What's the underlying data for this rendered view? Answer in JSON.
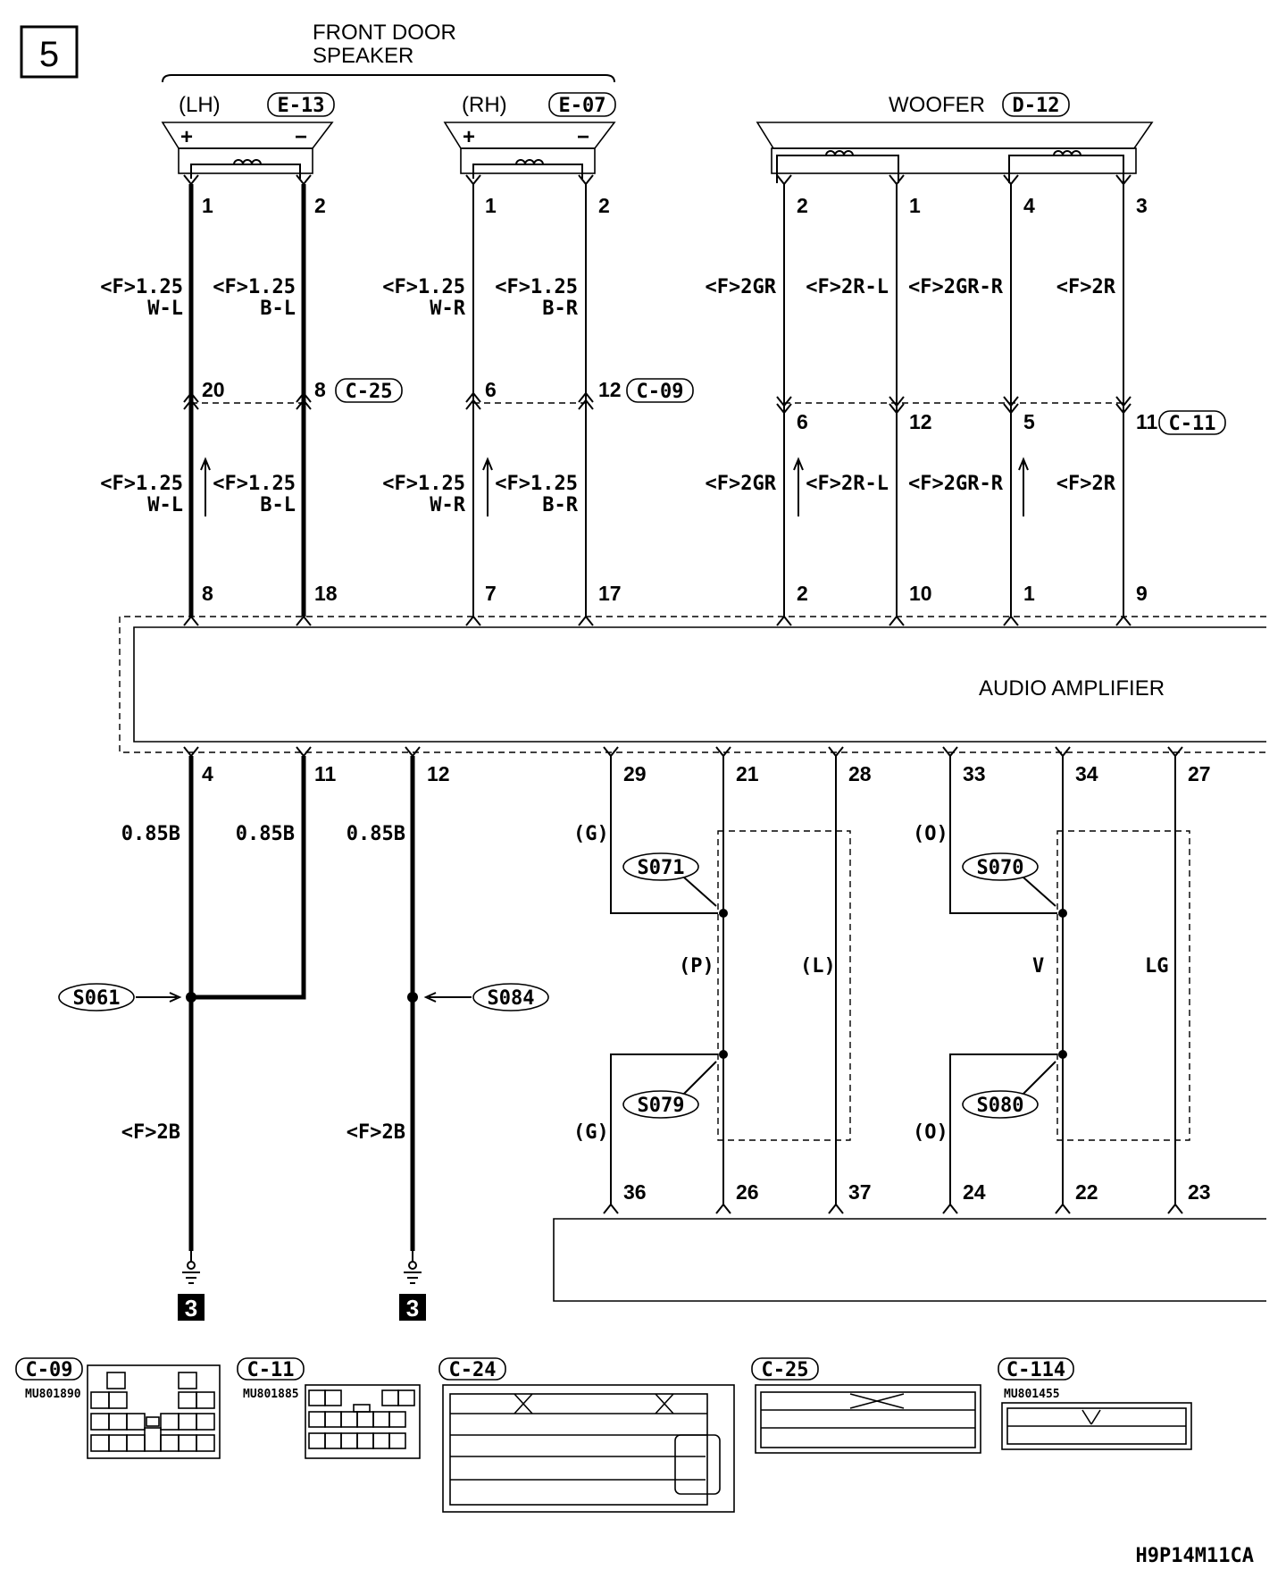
{
  "page_number": "5",
  "title_line1": "FRONT DOOR",
  "title_line2": "SPEAKER",
  "speakers": [
    {
      "side": "(LH)",
      "code": "E-13",
      "plus": "+",
      "minus": "−",
      "pin_a": "1",
      "pin_b": "2"
    },
    {
      "side": "(RH)",
      "code": "E-07",
      "plus": "+",
      "minus": "−",
      "pin_a": "1",
      "pin_b": "2"
    }
  ],
  "woofer": {
    "label": "WOOFER",
    "code": "D-12",
    "pins": [
      "2",
      "1",
      "4",
      "3"
    ]
  },
  "upper_wires": [
    {
      "size": "<F>1.25",
      "color": "W-L"
    },
    {
      "size": "<F>1.25",
      "color": "B-L"
    },
    {
      "size": "<F>1.25",
      "color": "W-R"
    },
    {
      "size": "<F>1.25",
      "color": "B-R"
    }
  ],
  "woofer_wires": [
    "<F>2GR",
    "<F>2R-L",
    "<F>2GR-R",
    "<F>2R"
  ],
  "junctions": [
    {
      "code": "C-25",
      "pins": [
        "20",
        "8"
      ]
    },
    {
      "code": "C-09",
      "pins": [
        "6",
        "12"
      ]
    },
    {
      "code": "C-11",
      "pins": [
        "6",
        "12",
        "5",
        "11"
      ]
    }
  ],
  "amp_top_pins": [
    "8",
    "18",
    "7",
    "17",
    "2",
    "10",
    "1",
    "9"
  ],
  "amplifier_label": "AUDIO AMPLIFIER",
  "amp_bottom_pins": [
    "4",
    "11",
    "12",
    "29",
    "21",
    "28",
    "33",
    "34",
    "27"
  ],
  "ground_wires": {
    "w085": "0.85B",
    "w2b": "<F>2B"
  },
  "splices": [
    "S061",
    "S084",
    "S071",
    "S079",
    "S070",
    "S080"
  ],
  "shield_colors": {
    "g": "(G)",
    "o": "(O)",
    "p": "(P)",
    "l": "(L)",
    "v": "V",
    "lg": "LG"
  },
  "lower_pins": [
    "36",
    "26",
    "37",
    "24",
    "22",
    "23"
  ],
  "ground_ref": "3",
  "connector_views": [
    {
      "code": "C-09",
      "part": "MU801890"
    },
    {
      "code": "C-11",
      "part": "MU801885"
    },
    {
      "code": "C-24",
      "part": ""
    },
    {
      "code": "C-25",
      "part": ""
    },
    {
      "code": "C-114",
      "part": "MU801455"
    }
  ],
  "footer_code": "H9P14M11CA"
}
